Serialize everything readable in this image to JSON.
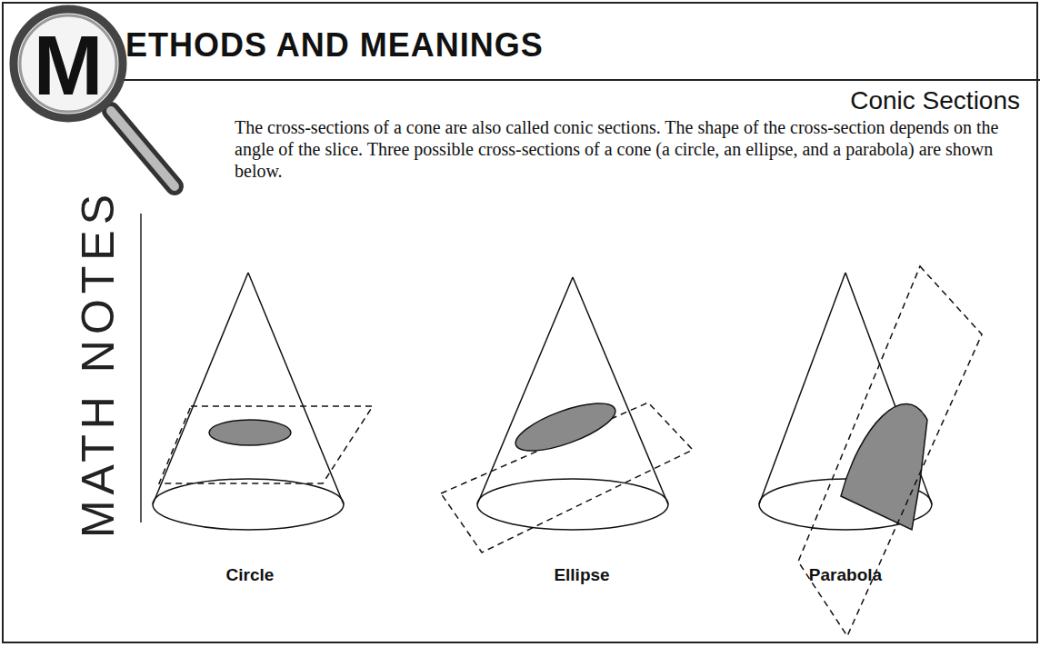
{
  "diagram": {
    "title": "ETHODS AND MEANINGS",
    "labels": [
      "M",
      "MATH NOTES",
      "Conic Sections",
      "The cross-sections of a cone are also called conic sections. The shape of the cross-section depends on the angle of the slice. Three possible cross-sections of a cone (a circle, an ellipse, and a parabola) are shown below.",
      "Circle",
      "Ellipse",
      "Parabola"
    ]
  }
}
